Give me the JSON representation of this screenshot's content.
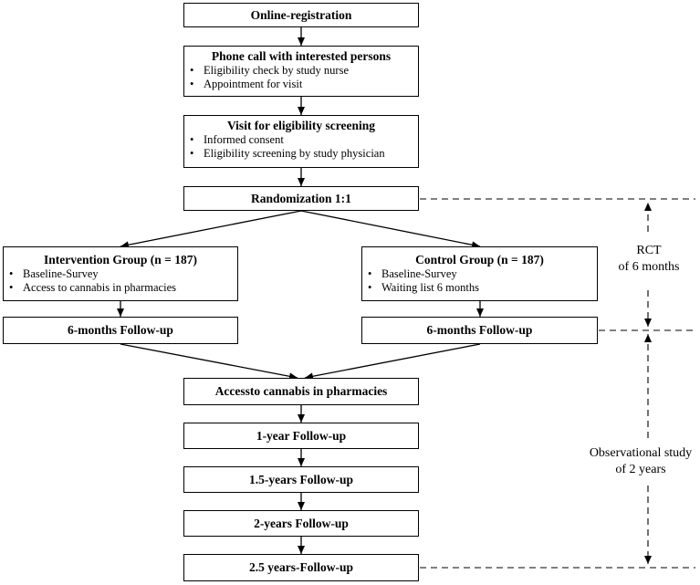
{
  "boxes": {
    "online_registration": {
      "title": "Online-registration"
    },
    "phone_call": {
      "title": "Phone call with interested persons",
      "items": [
        "Eligibility  check by study nurse",
        "Appointment  for visit"
      ]
    },
    "visit_screening": {
      "title": "Visit for eligibility screening",
      "items": [
        "Informed consent",
        "Eligibility  screening by study physician"
      ]
    },
    "randomization": {
      "title": "Randomization 1:1"
    },
    "intervention_group": {
      "title": "Intervention Group (n = 187)",
      "items": [
        "Baseline-Survey",
        "Access to cannabis in pharmacies"
      ]
    },
    "control_group": {
      "title": "Control Group (n = 187)",
      "items": [
        "Baseline-Survey",
        "Waiting list 6 months"
      ]
    },
    "followup_6m_intervention": {
      "title": "6-months Follow-up"
    },
    "followup_6m_control": {
      "title": "6-months Follow-up"
    },
    "access_cannabis": {
      "title": "Accessto cannabis in pharmacies"
    },
    "followup_1y": {
      "title": "1-year Follow-up"
    },
    "followup_1_5y": {
      "title": "1.5-years Follow-up"
    },
    "followup_2y": {
      "title": "2-years Follow-up"
    },
    "followup_2_5y": {
      "title": "2.5 years-Follow-up"
    }
  },
  "side_labels": {
    "rct_line1": "RCT",
    "rct_line2": "of 6 months",
    "obs_line1": "Observational study",
    "obs_line2": "of 2 years"
  }
}
